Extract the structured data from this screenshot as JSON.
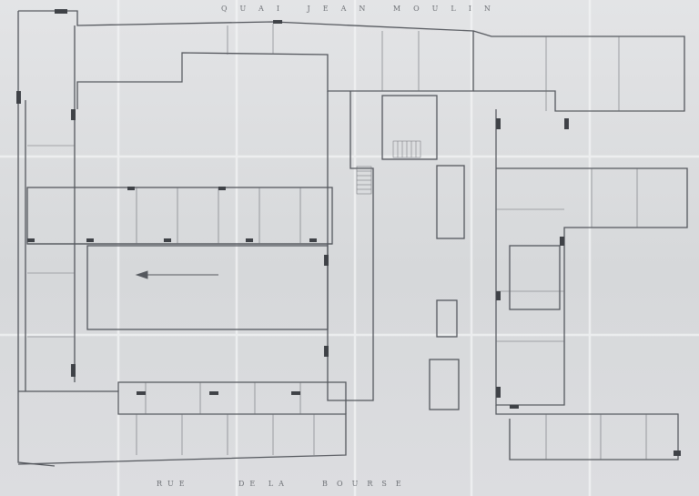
{
  "streets": {
    "top": "QUAI JEAN MOULIN",
    "bottom_left": "RUE",
    "bottom_mid": "DE LA",
    "bottom_right": "BOURSE"
  },
  "palette": {
    "paper": "#dcdee0",
    "wall": "#55585e",
    "fold": "#f2f3f4",
    "pencil": "#7a7d83"
  }
}
